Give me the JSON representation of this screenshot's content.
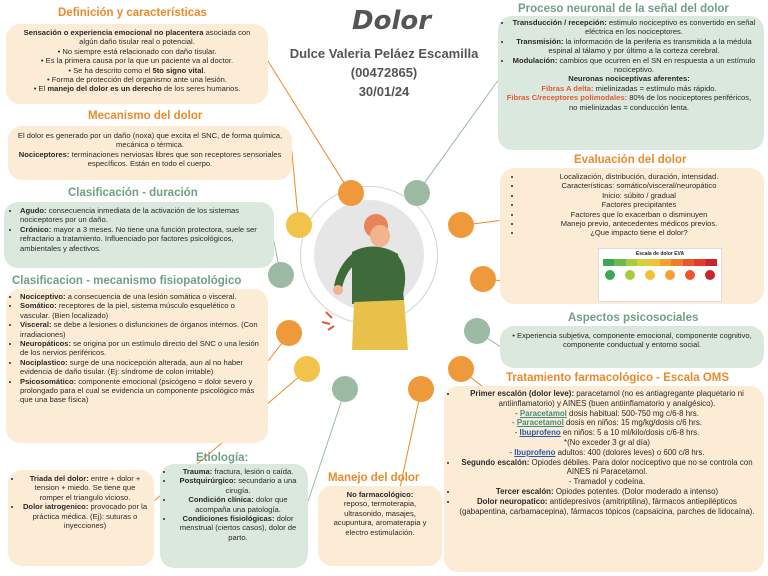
{
  "title": "Dolor",
  "author": {
    "name": "Dulce Valeria Peláez Escamilla",
    "id": "(00472865)",
    "date": "30/01/24"
  },
  "colors": {
    "orange": "#e98b2a",
    "green": "#6f9f86",
    "peach": "#fcecd6",
    "mint": "#dbe8dd"
  },
  "definicion": {
    "title": "Definición y características",
    "items": [
      {
        "b": "Sensación o experiencia emocional no placentera",
        "t": " asociada con algún daño tisular real o potencial."
      },
      {
        "b": "",
        "t": "No siempre está relacionado con daño tisular."
      },
      {
        "b": "",
        "t": "Es la primera causa por la que un paciente va al doctor."
      },
      {
        "b": "",
        "t": "Se ha descrito como el ",
        "b2": "5to signo vital",
        "t2": "."
      },
      {
        "b": "",
        "t": "Forma de protección del organismo ante una lesión."
      },
      {
        "b": "",
        "t": "El ",
        "b2": "manejo del dolor es un derecho",
        "t2": " de los seres humanos."
      }
    ]
  },
  "mecanismo": {
    "title": "Mecanismo del dolor",
    "p1": "El dolor es generado por un daño (noxa) que excita el SNC, de forma química, mecánica o térmica.",
    "p2b": "Nociceptores:",
    "p2": " terminaciones nerviosas libres que son receptores sensoriales específicos.  Están en todo el cuerpo."
  },
  "duracion": {
    "title": "Clasificación - duración",
    "items": [
      {
        "b": "Agudo:",
        "t": " consecuencia inmediata de la activación de los sistemas nociceptores por un daño."
      },
      {
        "b": "Crónico:",
        "t": " mayor a 3 meses. No tiene una función protectora, suele ser refractario a tratamiento. Influenciado por factores psicológicos, ambientales y afectivos."
      }
    ]
  },
  "fisiopato": {
    "title": "Clasificacion - mecanismo fisiopatológico",
    "items": [
      {
        "b": "Nociceptivo:",
        "t": " a consecuencia de una lesión somática o visceral."
      },
      {
        "b": "Somático:",
        "t": " receptores de la piel, sistema músculo esquelético o vascular. (Bien localizado)"
      },
      {
        "b": "Visceral:",
        "t": " se debe a lesiones o disfunciones de órganos internos. (Con irradiaciones)"
      },
      {
        "b": "Neuropáticos:",
        "t": " se origina por un estímulo directo del SNC o una lesión de los nervios periféricos."
      },
      {
        "b": "Nociplastico:",
        "t": " surge de una nocicepción alterada, aun al no haber evidencia de daño tisular. (Ej: síndrome de colon irritable)"
      },
      {
        "b": "Psicosomático:",
        "t": " componente emocional (psicógeno = dolor severo y prolongado para el cual se evidencia un componente psicológico más que una base física)"
      }
    ]
  },
  "triada": {
    "items": [
      {
        "b": "Triada del dolor:",
        "t": " entre + dolor + tension + miedo. Se tiene que romper el triangulo vicioso."
      },
      {
        "b": "Dolor iatrogenico:",
        "t": " provocado por la práctica médica. (Ej): suturas o inyecciones)"
      }
    ]
  },
  "etiologia": {
    "title": "Etiología:",
    "items": [
      {
        "b": "Trauma:",
        "t": " fractura, lesión o caída."
      },
      {
        "b": "Postquirúrgico:",
        "t": " secundario a una cirugía."
      },
      {
        "b": "Condición clínica:",
        "t": " dolor que acompaña una patología."
      },
      {
        "b": "Condiciones fisiológicas:",
        "t": " dolor menstrual (ciertos casos), dolor de parto."
      }
    ]
  },
  "manejo": {
    "title": "Manejo del dolor",
    "b": "No farmacológico:",
    "t": "reposo, termoterapia, ultrasonido, masajes, acupuntura, aromaterapia y electro estimulación."
  },
  "proceso": {
    "title": "Proceso neuronal de la señal del dolor",
    "items": [
      {
        "b": "Transducción / recepción:",
        "t": " estimulo nociceptivo es convertido en señal eléctrica en los nociceptores."
      },
      {
        "b": "Transmisión:",
        "t": " la información de la periferia es transmitida a la médula espinal        al tálamo y por último a la corteza cerebral."
      },
      {
        "b": "Modulación:",
        "t": " cambios que ocurren en el SN en respuesta a un estímulo nociceptivo."
      }
    ],
    "sub": "Neuronas nociceptivas aferentes:",
    "fa_r": "Fibras A delta:",
    "fa": " mielinizadas = estímulo más rápido.",
    "fc_r": "Fibras C/receptores polimodales:",
    "fc": " 80% de los nociceptores periféricos, no mielinizadas = conducción lenta."
  },
  "evaluacion": {
    "title": "Evaluación del dolor",
    "items": [
      "Localización, distribución, duración, intensidad.",
      "Características: somático/visceral/neuropático",
      "Inicio: súbito / gradual",
      "Factores precipitantes",
      "Factores que lo exacerban o disminuyen",
      "Manejo previo, antecedentes médicos previos.",
      "¿Que impacto tiene el dolor?"
    ],
    "scale_title": "Escala de dolor EVA",
    "scale_colors": [
      "#3aa857",
      "#6dbb4a",
      "#a6cc3f",
      "#d9d13a",
      "#f3c233",
      "#f5a12c",
      "#ef7d2a",
      "#e9572a",
      "#e23a2a",
      "#c9242a"
    ]
  },
  "psico": {
    "title": "Aspectos psicosociales",
    "t": "Experiencia subjetiva, componente emocional, componente cognitivo, componente conductual y entorno social."
  },
  "tratamiento": {
    "title": "Tratamiento farmacológico - Escala OMS",
    "e1b": "Primer escalón (dolor leve):",
    "e1": " paracetamol (no es antiagregante plaquetario ni antiinflamatorio) y AINES (buen antiinflamatorio y analgésico).",
    "l1a": "Paracetamol",
    "l1": " dosis habitual: 500-750 mg c/6-8 hrs.",
    "l2a": "Paracetamol",
    "l2": " dosis en niños: 15 mg/kg/dosis c/6 hrs.",
    "l3a": "Ibuprofeno",
    "l3": " en niños: 5 a 10 ml/kilo/dosis c/6-8 hrs.",
    "l4": "*(No exceder 3 gr al día)",
    "l5a": "Ibuprofeno",
    "l5": " adultos: 400 (dolores leves) o 600 c/8 hrs.",
    "e2b": "Segundo escalón:",
    "e2": " Opiodes débiles. Para dolor nociceptivo que no se controla con AINES ni Paracetamol.",
    "e2c": "- Tramadol y codeína.",
    "e3b": "Tercer escalón:",
    "e3": " Opiodes potentes. (Dolor moderado a intenso)",
    "e4b": "Dolor neuropatico:",
    "e4": " antidepresivos (amitriptilina), fármacos antiepilépticos (gabapentina, carbamacepina), fármacos tópicos (capsaicina, parches de lidocaína)."
  }
}
